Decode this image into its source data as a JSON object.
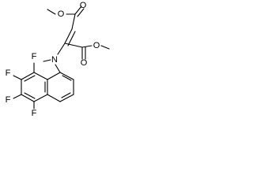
{
  "molecule": {
    "atoms": {
      "o_top": "O",
      "o_ester_left": "O",
      "o_ester_right": "O",
      "o_carbonyl_right": "O",
      "n_amine": "N",
      "f_1": "F",
      "f_2": "F",
      "f_3": "F",
      "f_4": "F"
    }
  }
}
